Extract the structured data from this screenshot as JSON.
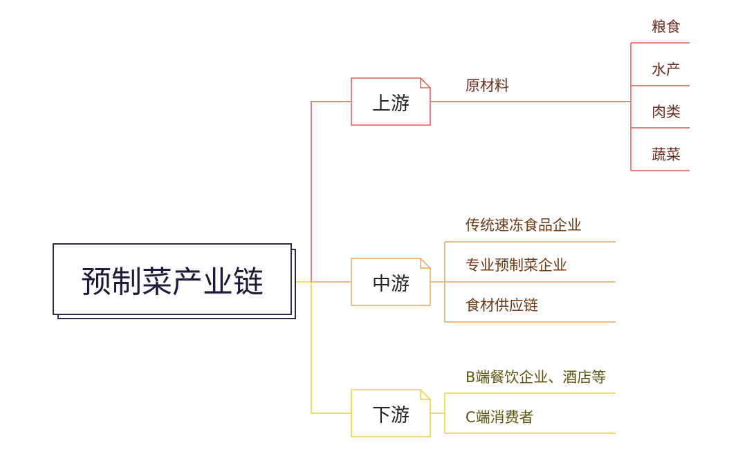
{
  "root": "预制菜产业链",
  "colors": {
    "upstream": "#e0584e",
    "midstream": "#e6a65c",
    "downstream": "#ecd13a",
    "upstream_text": "#6a2a1e",
    "midstream_text": "#6b3a14",
    "downstream_text": "#5e5410",
    "root_border": "#2b2b44"
  },
  "branches": {
    "upstream": {
      "label": "上游",
      "child": "原材料",
      "leaves": [
        "粮食",
        "水产",
        "肉类",
        "蔬菜"
      ]
    },
    "midstream": {
      "label": "中游",
      "leaves": [
        "传统速冻食品企业",
        "专业预制菜企业",
        "食材供应链"
      ]
    },
    "downstream": {
      "label": "下游",
      "leaves": [
        "B端餐饮企业、酒店等",
        "C端消费者"
      ]
    }
  }
}
